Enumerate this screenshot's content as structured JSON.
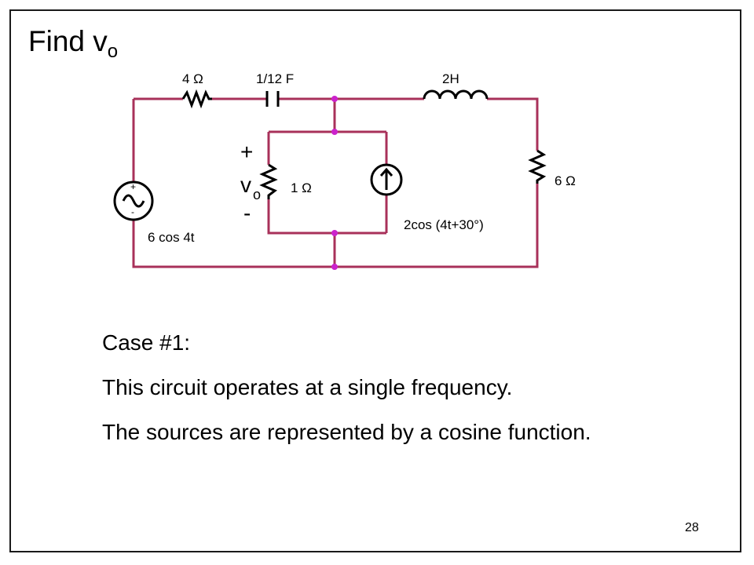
{
  "slide": {
    "title_main": "Find v",
    "title_sub": "o",
    "page_number": "28"
  },
  "circuit": {
    "r1_label": "4 Ω",
    "c1_label": "1/12 F",
    "l1_label": "2H",
    "r3_label": "6 Ω",
    "r2_label": "1 Ω",
    "vs_label": "6 cos 4t",
    "is_label": "2cos (4t+30°)",
    "vo_plus": "+",
    "vo_main": "v",
    "vo_sub": "o",
    "vo_minus": "-",
    "wire_color": "#a8315a",
    "node_color": "#cc22cc"
  },
  "text": {
    "case": "Case #1:",
    "line1": "This circuit operates at a single frequency.",
    "line2": "The sources are represented by a cosine function."
  }
}
